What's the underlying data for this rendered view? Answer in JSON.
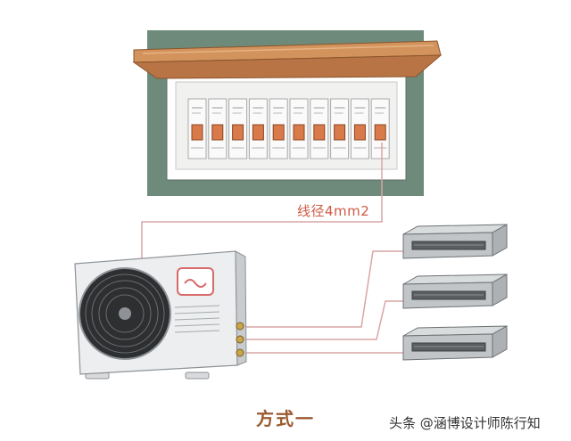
{
  "diagram": {
    "wire_label": "线径4mm2",
    "caption": "方式一",
    "watermark": "头条 @涵博设计师陈行知",
    "breaker_count": 10,
    "indoor_unit_count": 3,
    "colors": {
      "wall": "#6e8a7a",
      "wood_cover": "#c9854f",
      "breaker_toggle": "#d97a4a",
      "wire": "#d9a5a5",
      "caption": "#9a5a2f"
    }
  }
}
